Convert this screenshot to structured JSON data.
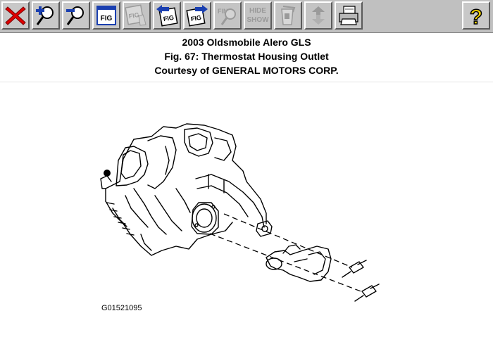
{
  "toolbar": {
    "buttons": [
      {
        "icon": "close-x-icon",
        "enabled": true
      },
      {
        "icon": "zoom-in-icon",
        "enabled": true
      },
      {
        "icon": "zoom-out-icon",
        "enabled": true
      },
      {
        "icon": "figure-icon",
        "label": "FIG",
        "enabled": true
      },
      {
        "icon": "figure-hand-icon",
        "label": "FIG",
        "enabled": false
      },
      {
        "icon": "previous-figure-icon",
        "label": "FIG",
        "enabled": true
      },
      {
        "icon": "next-figure-icon",
        "label": "FIG",
        "enabled": true
      },
      {
        "icon": "find-icon",
        "label": "FIND",
        "enabled": false
      },
      {
        "icon": "hide-show-icon",
        "label_top": "HIDE",
        "label_bottom": "SHOW",
        "enabled": false
      },
      {
        "icon": "bucket-icon",
        "enabled": false
      },
      {
        "icon": "refresh-icon",
        "enabled": false
      },
      {
        "icon": "printer-icon",
        "enabled": true
      },
      {
        "icon": "help-question-icon",
        "enabled": true
      }
    ],
    "fig_label": "FIG",
    "find_label": "FIND",
    "hide_label": "HIDE",
    "show_label": "SHOW",
    "help_label": "?"
  },
  "header": {
    "vehicle": "2003 Oldsmobile Alero GLS",
    "figure_title": "Fig. 67: Thermostat Housing Outlet",
    "courtesy": "Courtesy of GENERAL MOTORS CORP."
  },
  "figure": {
    "id_code": "G01521095"
  },
  "colors": {
    "toolbar_bg": "#c0c0c0",
    "close_red": "#e00000",
    "zoom_blue": "#1a3fb0",
    "help_yellow": "#f0d000"
  }
}
